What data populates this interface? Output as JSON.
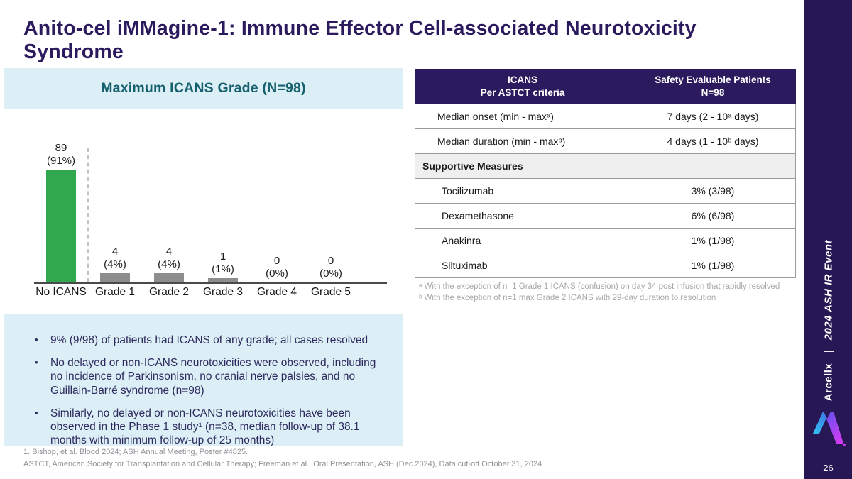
{
  "slide": {
    "title": "Anito-cel iMMagine-1: Immune Effector Cell-associated Neurotoxicity Syndrome",
    "page_number": "26"
  },
  "sidebar": {
    "brand": "Arcellx",
    "separator": "|",
    "event": "2024 ASH IR Event",
    "bg_color": "#281755"
  },
  "chart_data": {
    "type": "bar",
    "title": "Maximum ICANS Grade (N=98)",
    "categories": [
      "No ICANS",
      "Grade 1",
      "Grade 2",
      "Grade 3",
      "Grade 4",
      "Grade 5"
    ],
    "values": [
      89,
      4,
      4,
      1,
      0,
      0
    ],
    "value_labels": [
      [
        "89",
        "(91%)"
      ],
      [
        "4",
        "(4%)"
      ],
      [
        "4",
        "(4%)"
      ],
      [
        "1",
        "(1%)"
      ],
      [
        "0",
        "(0%)"
      ],
      [
        "0",
        "(0%)"
      ]
    ],
    "bar_colors": [
      "#2fa84e",
      "#8d8d8d",
      "#8d8d8d",
      "#8d8d8d",
      "#8d8d8d",
      "#8d8d8d"
    ],
    "n_total": 98,
    "separator_after_index": 0,
    "xlabel": "",
    "ylabel": "",
    "ylim": [
      0,
      98
    ],
    "grid": false,
    "legend": false
  },
  "table": {
    "header": {
      "col1_line1": "ICANS",
      "col1_line2": "Per ASTCT criteria",
      "col2_line1": "Safety Evaluable Patients",
      "col2_line2": "N=98"
    },
    "rows": [
      {
        "label": "Median onset (min - maxᵃ)",
        "value": "7 days (2 - 10ᵃ days)",
        "type": "data"
      },
      {
        "label": "Median duration (min - maxᵇ)",
        "value": "4 days (1 - 10ᵇ days)",
        "type": "data"
      },
      {
        "label": "Supportive Measures",
        "value": "",
        "type": "section"
      },
      {
        "label": "Tocilizumab",
        "value": "3% (3/98)",
        "type": "drug"
      },
      {
        "label": "Dexamethasone",
        "value": "6% (6/98)",
        "type": "drug"
      },
      {
        "label": "Anakinra",
        "value": "1% (1/98)",
        "type": "drug"
      },
      {
        "label": "Siltuximab",
        "value": "1% (1/98)",
        "type": "drug"
      }
    ]
  },
  "footnotes": {
    "a": "ᵃ With the exception of n=1 Grade 1 ICANS (confusion) on day 34 post infusion that rapidly resolved",
    "b": "ᵇ With the exception of n=1 max Grade 2 ICANS with 29-day duration to resolution"
  },
  "bullets": [
    "9% (9/98) of patients had ICANS of any grade; all cases resolved",
    "No delayed or non-ICANS neurotoxicities were observed, including no incidence of Parkinsonism, no cranial nerve palsies, and no Guillain-Barré syndrome (n=98)",
    "Similarly, no delayed or non-ICANS neurotoxicities have been observed in the Phase 1 study¹ (n=38, median follow-up of 38.1 months with minimum follow-up of 25 months)"
  ],
  "footer": {
    "line1": "1. Bishop, et al. Blood 2024; ASH Annual Meeting, Poster #4825.",
    "line2": "ASTCT, American Society for Transplantation and Cellular Therapy; Freeman et al., Oral Presentation, ASH (Dec 2024), Data cut-off October 31, 2024"
  },
  "colors": {
    "accent_navy": "#2b1b5e",
    "teal": "#15606d",
    "light_blue_panel": "#ddeff6",
    "bar_green": "#2fa84e",
    "bar_gray": "#8d8d8d"
  }
}
